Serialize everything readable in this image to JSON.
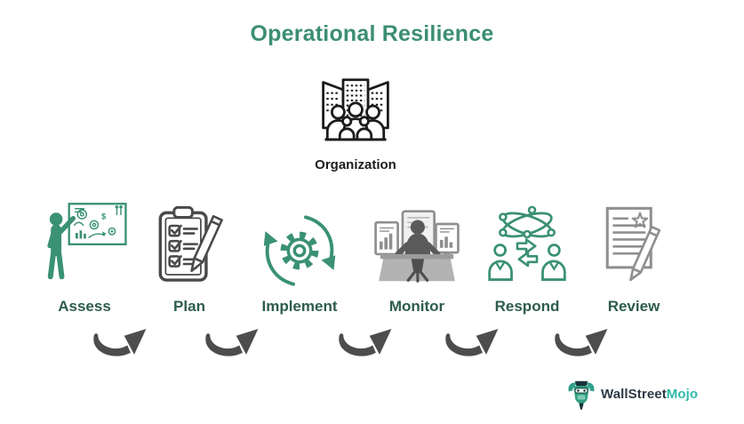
{
  "title": "Operational Resilience",
  "organization": {
    "label": "Organization",
    "icon": "organization-buildings-people-icon"
  },
  "steps": [
    {
      "label": "Assess",
      "icon": "assess-presentation-icon"
    },
    {
      "label": "Plan",
      "icon": "plan-clipboard-checklist-icon"
    },
    {
      "label": "Implement",
      "icon": "implement-gear-cycle-icon"
    },
    {
      "label": "Monitor",
      "icon": "monitor-control-room-icon"
    },
    {
      "label": "Respond",
      "icon": "respond-communication-icon"
    },
    {
      "label": "Review",
      "icon": "review-document-pencil-icon"
    }
  ],
  "flow": {
    "arrow_count": 5,
    "arrow_style": "curved-swoosh-up-right"
  },
  "logo": {
    "brand_first": "WallStreet",
    "brand_second": "Mojo",
    "icon": "bull-mascot-icon"
  },
  "colors": {
    "title_green": "#3B8E74",
    "label_green": "#2D5C4E",
    "icon_green": "#3A9173",
    "icon_gray": "#8F8F8F",
    "icon_dark_gray": "#4A4A4A",
    "organization_black": "#1B1B1B",
    "arrow_gray": "#4D4D4D",
    "logo_dark": "#2E3A45",
    "logo_teal": "#2FB9A9"
  }
}
